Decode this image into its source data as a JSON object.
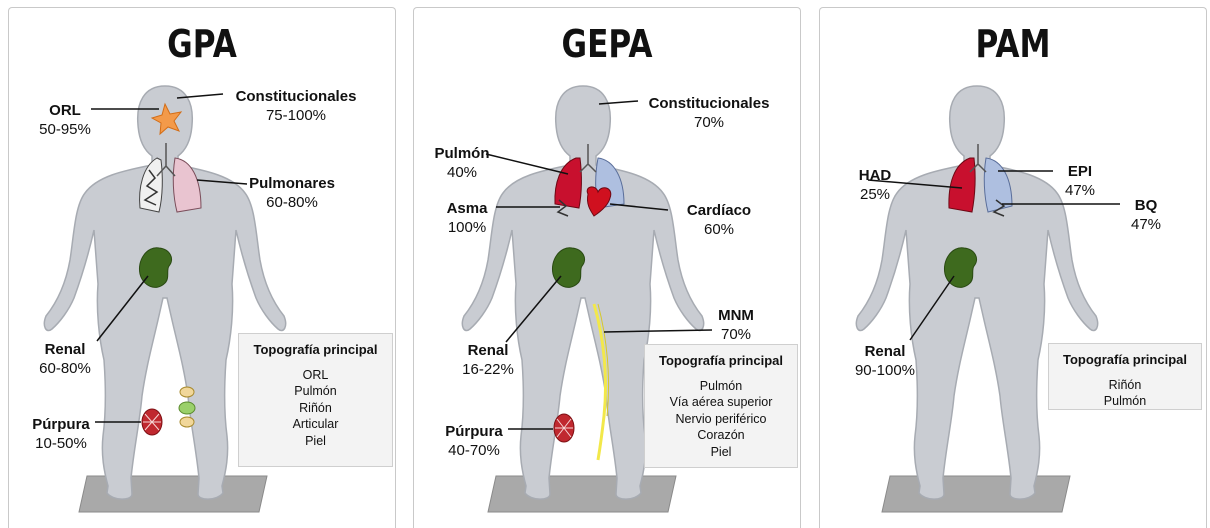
{
  "panels": [
    {
      "title": "GPA",
      "labels": {
        "orl": {
          "name": "ORL",
          "value": "50-95%"
        },
        "constitucionales": {
          "name": "Constitucionales",
          "value": "75-100%"
        },
        "pulmonares": {
          "name": "Pulmonares",
          "value": "60-80%"
        },
        "renal": {
          "name": "Renal",
          "value": "60-80%"
        },
        "purpura": {
          "name": "Púrpura",
          "value": "10-50%"
        }
      },
      "box": {
        "title": "Topografía principal",
        "items": [
          "ORL",
          "Pulmón",
          "Riñón",
          "Articular",
          "Piel"
        ]
      }
    },
    {
      "title": "GEPA",
      "labels": {
        "constitucionales": {
          "name": "Constitucionales",
          "value": "70%"
        },
        "pulmon": {
          "name": "Pulmón",
          "value": "40%"
        },
        "asma": {
          "name": "Asma",
          "value": "100%"
        },
        "cardiaco": {
          "name": "Cardíaco",
          "value": "60%"
        },
        "mnm": {
          "name": "MNM",
          "value": "70%"
        },
        "renal": {
          "name": "Renal",
          "value": "16-22%"
        },
        "purpura": {
          "name": "Púrpura",
          "value": "40-70%"
        }
      },
      "box": {
        "title": "Topografía principal",
        "items": [
          "Pulmón",
          "Vía aérea superior",
          "Nervio periférico",
          "Corazón",
          "Piel"
        ]
      }
    },
    {
      "title": "PAM",
      "labels": {
        "had": {
          "name": "HAD",
          "value": "25%"
        },
        "epi": {
          "name": "EPI",
          "value": "47%"
        },
        "bq": {
          "name": "BQ",
          "value": "47%"
        },
        "renal": {
          "name": "Renal",
          "value": "90-100%"
        }
      },
      "box": {
        "title": "Topografía principal",
        "items": [
          "Riñón",
          "Pulmón"
        ]
      }
    }
  ],
  "colors": {
    "body": "#c9ccd2",
    "kidney": "#3e6a1e",
    "lung_red": "#c8102e",
    "lung_blue": "#aebfe0",
    "lung_pink": "#e9c4d0",
    "purpura": "#c0282f",
    "nerve": "#f2e84a",
    "platform": "#a9a9a9"
  }
}
